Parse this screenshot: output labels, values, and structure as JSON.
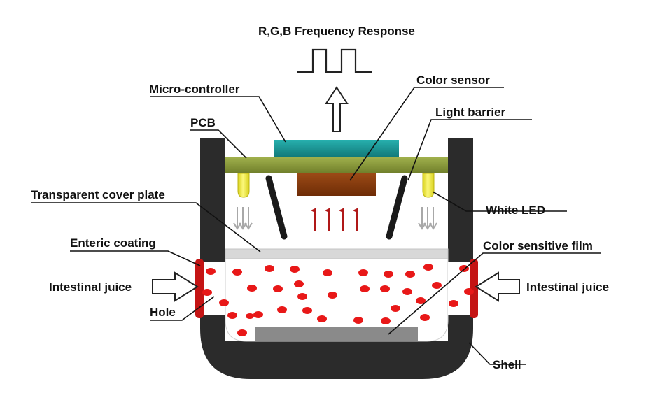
{
  "labels": {
    "title": "R,G,B Frequency Response",
    "micro_controller": "Micro-controller",
    "color_sensor": "Color sensor",
    "pcb": "PCB",
    "light_barrier": "Light barrier",
    "transparent_cover_plate": "Transparent cover plate",
    "white_led": "White LED",
    "enteric_coating": "Enteric coating",
    "color_sensitive_film": "Color sensitive film",
    "intestinal_juice_left": "Intestinal juice",
    "intestinal_juice_right": "Intestinal juice",
    "hole": "Hole",
    "shell": "Shell"
  },
  "colors": {
    "shell": "#2b2b2b",
    "pcb": "#8a9a3c",
    "micro_controller": "#1a9a9a",
    "color_sensor": "#8b3c0c",
    "led": "#f2ec3a",
    "coating": "#c41414",
    "particles": "#e81818",
    "film": "#8a8a8a",
    "cover_plate": "#d8d8d8",
    "light_arrows": "#a8a8a8",
    "reflected_arrows": "#b01818"
  }
}
